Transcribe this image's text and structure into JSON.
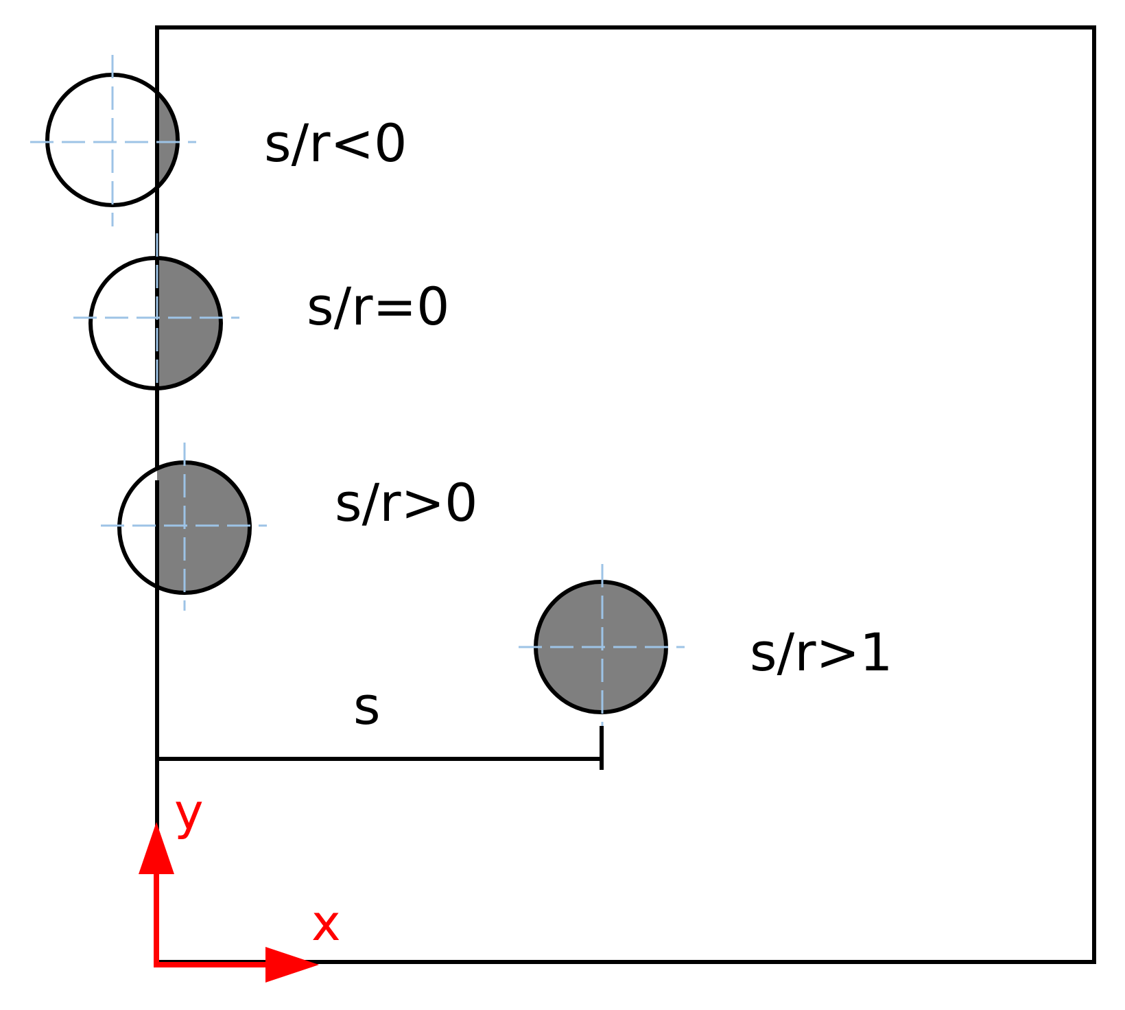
{
  "labels": {
    "neg": "s/r<0",
    "zero": "s/r=0",
    "pos": "s/r>0",
    "gt1": "s/r>1",
    "s": "s",
    "x_axis": "x",
    "y_axis": "y"
  },
  "colors": {
    "stroke": "#000000",
    "fill_inside": "#7f7f7f",
    "fill_outside": "#ffffff",
    "centerline": "#9dc3e6",
    "axis": "#ff0000"
  }
}
